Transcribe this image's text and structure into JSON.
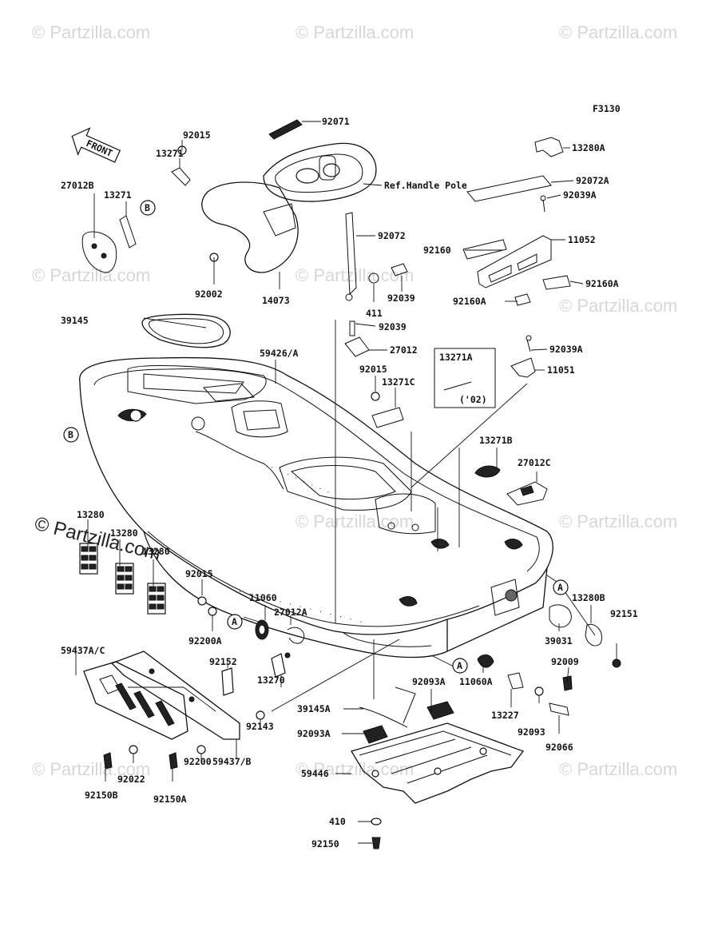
{
  "figure_code": "F3130",
  "front_label": "FRONT",
  "watermark": "© Partzilla.com",
  "labels": {
    "l92071": "92071",
    "l92015a": "92015",
    "l13271a": "13271",
    "l13271b": "13271",
    "l27012B": "27012B",
    "refHandle": "Ref.Handle Pole",
    "l92072": "92072",
    "l92002": "92002",
    "l14073": "14073",
    "l411": "411",
    "l92039a": "92039",
    "l92039b": "92039",
    "l27012": "27012",
    "l39145": "39145",
    "l59426": "59426/A",
    "l92015b": "92015",
    "l13271C": "13271C",
    "l13271A": "13271A",
    "l02": "('02)",
    "l13280A": "13280A",
    "l92072A": "92072A",
    "l92039A1": "92039A",
    "l11052": "11052",
    "l92160": "92160",
    "l92160A1": "92160A",
    "l92160A2": "92160A",
    "l92039A2": "92039A",
    "l11051": "11051",
    "l13271B": "13271B",
    "l27012C": "27012C",
    "l13280a": "13280",
    "l13280b": "13280",
    "l13280c": "13280",
    "l92015c": "92015",
    "l11060": "11060",
    "l27012A": "27012A",
    "l92200A": "92200A",
    "l13270": "13270",
    "l59437AC": "59437A/C",
    "l92152": "92152",
    "l92143": "92143",
    "l59437B": "59437/B",
    "l92022": "92022",
    "l92200": "92200",
    "l92150B": "92150B",
    "l92150A": "92150A",
    "l39145A": "39145A",
    "l92093A1": "92093A",
    "l92093A2": "92093A",
    "l59446": "59446",
    "l410": "410",
    "l92150": "92150",
    "l11060A": "11060A",
    "l13227": "13227",
    "l92093": "92093",
    "l92066": "92066",
    "l92009": "92009",
    "l39031": "39031",
    "l13280B": "13280B",
    "l92151": "92151"
  },
  "callouts": {
    "a1": "A",
    "a2": "A",
    "a3": "A",
    "b1": "B",
    "b2": "B"
  }
}
